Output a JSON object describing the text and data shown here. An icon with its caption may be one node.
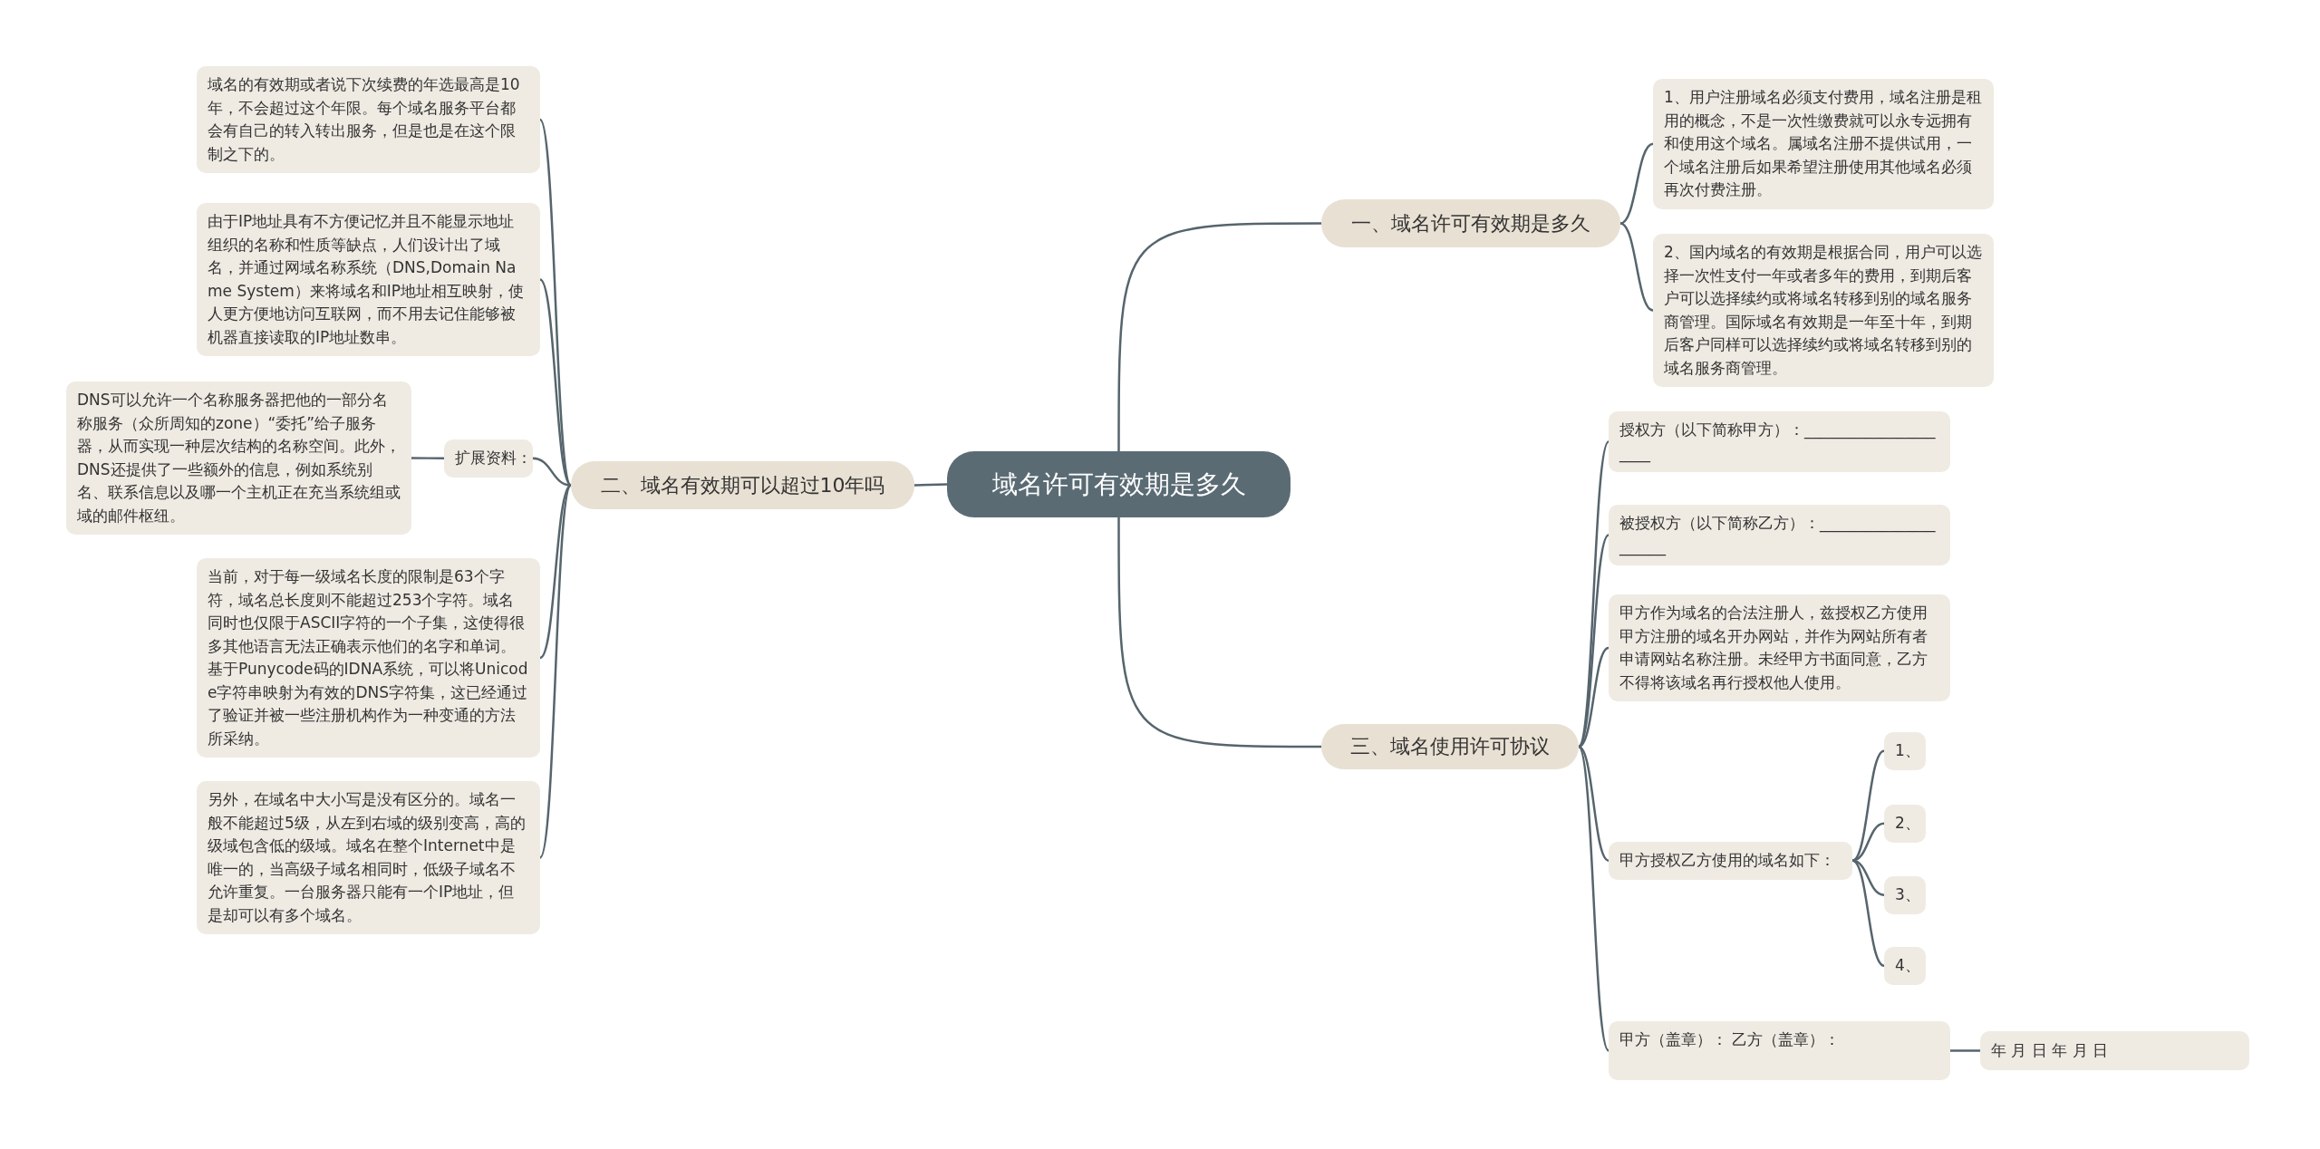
{
  "diagram": {
    "nodes": [
      {
        "text": [
          "域名许可有效期是多久"
        ]
      },
      {
        "text": [
          "一、域名许可有效期是多久"
        ]
      },
      {
        "text": [
          "1、用户注册域名必须支付费用，域名注册是租用的概念，不是一次性缴费就可以永专远拥有和使用这个域名。属域名注册不提供试用，一个域名注册后如果希望注册使用其他域名必须再次付费注册。"
        ]
      },
      {
        "text": [
          "2、国内域名的有效期是根据合同，用户可以选择一次性支付一年或者多年的费用，到期后客户可以选择续约或将域名转移到别的域名服务商管理。国际域名有效期是一年至十年，到期后客户同样可以选择续约或将域名转移到别的域名服务商管理。"
        ]
      },
      {
        "text": [
          "二、域名有效期可以超过10年吗"
        ]
      },
      {
        "text": [
          "域名的有效期或者说下次续费的年选最高是10年，不会超过这个年限。每个域名服务平台都会有自己的转入转出服务，但是也是在这个限制之下的。"
        ]
      },
      {
        "text": [
          "由于IP地址具有不方便记忆并且不能显示地址组织的名称和性质等缺点，人们设计出了域名，并通过网域名称系统（DNS,Domain Name System）来将域名和IP地址相互映射，使人更方便地访问互联网，而不用去记住能够被机器直接读取的IP地址数串。"
        ]
      },
      {
        "text": [
          "扩展资料："
        ]
      },
      {
        "text": [
          "DNS可以允许一个名称服务器把他的一部分名称服务（众所周知的zone）“委托”给子服务器，从而实现一种层次结构的名称空间。此外，DNS还提供了一些额外的信息，例如系统别名、联系信息以及哪一个主机正在充当系统组或域的邮件枢纽。"
        ]
      },
      {
        "text": [
          "当前，对于每一级域名长度的限制是63个字符，域名总长度则不能超过253个字符。域名同时也仅限于ASCII字符的一个子集，这使得很多其他语言无法正确表示他们的名字和单词。基于Punycode码的IDNA系统，可以将Unicode字符串映射为有效的DNS字符集，这已经通过了验证并被一些注册机构作为一种变通的方法所采纳。"
        ]
      },
      {
        "text": [
          "另外，在域名中大小写是没有区分的。域名一般不能超过5级，从左到右域的级别变高，高的级域包含低的级域。域名在整个Internet中是唯一的，当高级子域名相同时，低级子域名不允许重复。一台服务器只能有一个IP地址，但是却可以有多个域名。"
        ]
      },
      {
        "text": [
          "三、域名使用许可协议"
        ]
      },
      {
        "text": [
          "授权方（以下简称甲方）：_____________________"
        ]
      },
      {
        "text": [
          "被授权方（以下简称乙方）：_____________________"
        ]
      },
      {
        "text": [
          "甲方作为域名的合法注册人，兹授权乙方使用甲方注册的域名开办网站，并作为网站所有者申请网站名称注册。未经甲方书面同意，乙方不得将该域名再行授权他人使用。"
        ]
      },
      {
        "text": [
          "甲方授权乙方使用的域名如下："
        ]
      },
      {
        "text": [
          "1、"
        ]
      },
      {
        "text": [
          "2、"
        ]
      },
      {
        "text": [
          "3、"
        ]
      },
      {
        "text": [
          "4、"
        ]
      },
      {
        "text": [
          "甲方（盖章）： 乙方（盖章）："
        ]
      },
      {
        "text": [
          "年 月 日 年 月 日"
        ]
      }
    ],
    "edges": [
      {
        "from": 0,
        "to": 1,
        "arrow": "none"
      },
      {
        "from": 1,
        "to": 2,
        "arrow": "none"
      },
      {
        "from": 1,
        "to": 3,
        "arrow": "none"
      },
      {
        "from": 0,
        "to": 4,
        "arrow": "none"
      },
      {
        "from": 4,
        "to": 5,
        "arrow": "none"
      },
      {
        "from": 4,
        "to": 6,
        "arrow": "none"
      },
      {
        "from": 4,
        "to": 7,
        "arrow": "none"
      },
      {
        "from": 7,
        "to": 8,
        "arrow": "none"
      },
      {
        "from": 4,
        "to": 9,
        "arrow": "none"
      },
      {
        "from": 4,
        "to": 10,
        "arrow": "none"
      },
      {
        "from": 0,
        "to": 11,
        "arrow": "none"
      },
      {
        "from": 11,
        "to": 12,
        "arrow": "none"
      },
      {
        "from": 11,
        "to": 13,
        "arrow": "none"
      },
      {
        "from": 11,
        "to": 14,
        "arrow": "none"
      },
      {
        "from": 11,
        "to": 15,
        "arrow": "none"
      },
      {
        "from": 15,
        "to": 16,
        "arrow": "none"
      },
      {
        "from": 15,
        "to": 17,
        "arrow": "none"
      },
      {
        "from": 15,
        "to": 18,
        "arrow": "none"
      },
      {
        "from": 15,
        "to": 19,
        "arrow": "none"
      },
      {
        "from": 11,
        "to": 20,
        "arrow": "none"
      },
      {
        "from": 20,
        "to": 21,
        "arrow": "none"
      }
    ]
  }
}
